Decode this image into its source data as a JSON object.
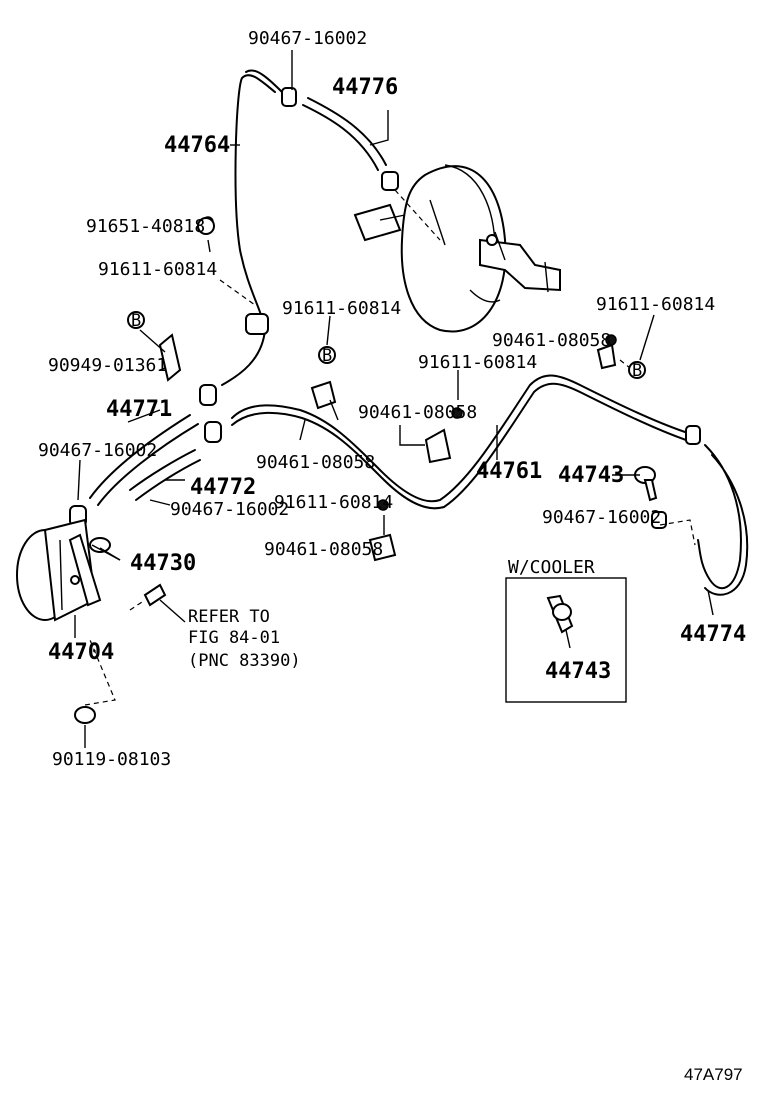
{
  "labels": {
    "p90467_16002_top": "90467-16002",
    "p44776": "44776",
    "p44764": "44764",
    "p91651_40818": "91651-40818",
    "p91611_60814_a": "91611-60814",
    "p91611_60814_b": "91611-60814",
    "p91611_60814_c": "91611-60814",
    "p91611_60814_d": "91611-60814",
    "p91611_60814_e": "91611-60814",
    "p90461_08058_a": "90461-08058",
    "p90461_08058_b": "90461-08058",
    "p90461_08058_c": "90461-08058",
    "p90461_08058_d": "90461-08058",
    "p90949_01361": "90949-01361",
    "p44771": "44771",
    "p90467_16002_left": "90467-16002",
    "p44772": "44772",
    "p90467_16002_mid": "90467-16002",
    "p44761": "44761",
    "p44743": "44743",
    "p90467_16002_right": "90467-16002",
    "p44730": "44730",
    "p44704": "44704",
    "p44774": "44774",
    "p90119_08103": "90119-08103",
    "refer_line1": "REFER TO",
    "refer_line2": "FIG 84-01",
    "refer_line3": "(PNC 83390)",
    "cooler_title": "W/COOLER",
    "cooler_part": "44743",
    "bolt_symbol": "B",
    "figure_code": "47A797"
  }
}
